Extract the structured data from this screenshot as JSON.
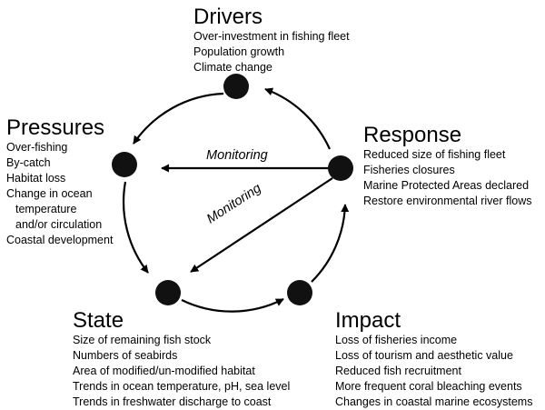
{
  "drivers": {
    "title": "Drivers",
    "items": [
      "Over-investment in fishing fleet",
      "Population growth",
      "Climate change"
    ]
  },
  "pressures": {
    "title": "Pressures",
    "items": [
      "Over-fishing",
      "By-catch",
      "Habitat loss",
      "Change in ocean",
      "temperature",
      "and/or circulation",
      "Coastal development"
    ]
  },
  "response": {
    "title": "Response",
    "items": [
      "Reduced size of fishing fleet",
      "Fisheries closures",
      "Marine Protected Areas declared",
      "Restore environmental river flows"
    ]
  },
  "state": {
    "title": "State",
    "items": [
      "Size of remaining fish stock",
      "Numbers of seabirds",
      "Area of modified/un-modified habitat",
      "Trends in ocean temperature, pH, sea level",
      "Trends in freshwater discharge to coast"
    ]
  },
  "impact": {
    "title": "Impact",
    "items": [
      "Loss of fisheries income",
      "Loss of tourism and aesthetic value",
      "Reduced fish recruitment",
      "More frequent coral bleaching events",
      "Changes in coastal marine ecosystems"
    ]
  },
  "monitoring": {
    "upper_label": "Monitoring",
    "lower_label": "Monitoring"
  },
  "colors": {
    "ink": "#000000",
    "node": "#111111",
    "background": "#ffffff"
  }
}
